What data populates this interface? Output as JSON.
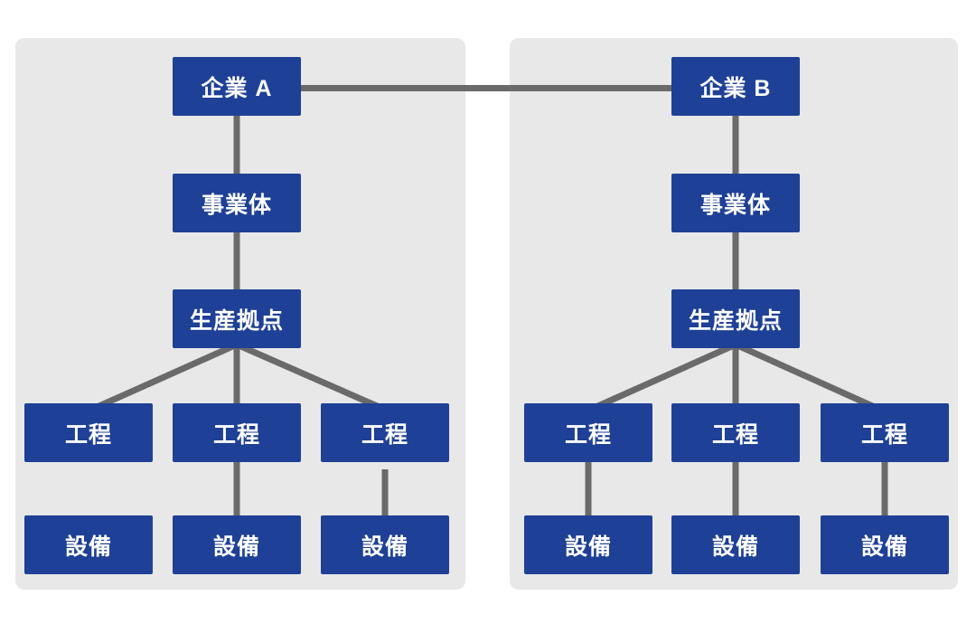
{
  "diagram": {
    "company_a": {
      "company": "企業 A",
      "business_entity": "事業体",
      "production_site": "生産拠点",
      "processes": [
        "工程",
        "工程",
        "工程"
      ],
      "equipment": [
        "設備",
        "設備",
        "設備"
      ]
    },
    "company_b": {
      "company": "企業 B",
      "business_entity": "事業体",
      "production_site": "生産拠点",
      "processes": [
        "工程",
        "工程",
        "工程"
      ],
      "equipment": [
        "設備",
        "設備",
        "設備"
      ]
    }
  },
  "colors": {
    "background": "#ffffff",
    "panel_gray": "#e8e8e8",
    "box_blue": "#1e4096",
    "line_gray": "#6a6a6a",
    "text_white": "#ffffff"
  }
}
